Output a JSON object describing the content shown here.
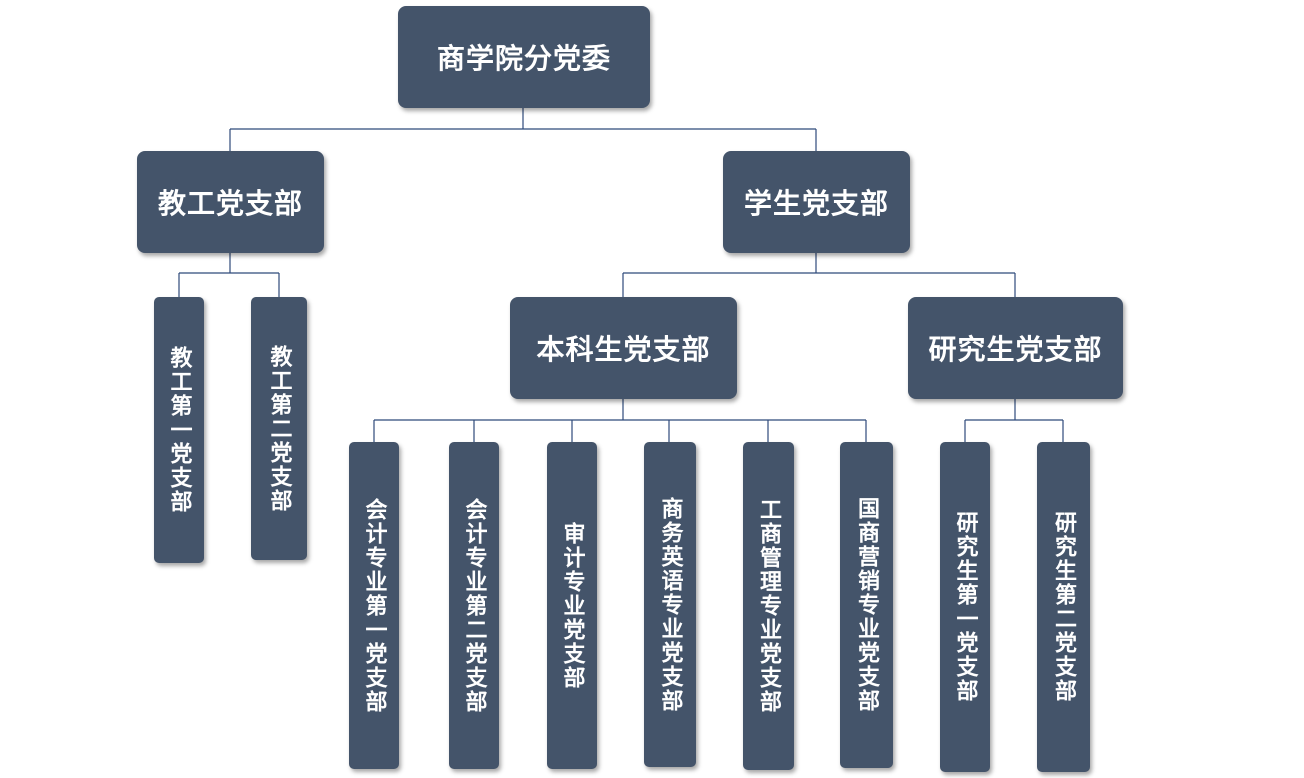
{
  "root": {
    "label": "商学院分党委"
  },
  "level1": {
    "faculty": "教工党支部",
    "student": "学生党支部"
  },
  "faculty_branches": [
    "教工第一党支部",
    "教工第二党支部"
  ],
  "level2": {
    "undergrad": "本科生党支部",
    "graduate": "研究生党支部"
  },
  "undergrad_branches": [
    "会计专业第一党支部",
    "会计专业第二党支部",
    "审计专业党支部",
    "商务英语专业党支部",
    "工商管理专业党支部",
    "国商营销专业党支部"
  ],
  "graduate_branches": [
    "研究生第一党支部",
    "研究生第二党支部"
  ],
  "colors": {
    "box": "#44546a",
    "line": "#2e4a7a",
    "text": "#ffffff"
  }
}
